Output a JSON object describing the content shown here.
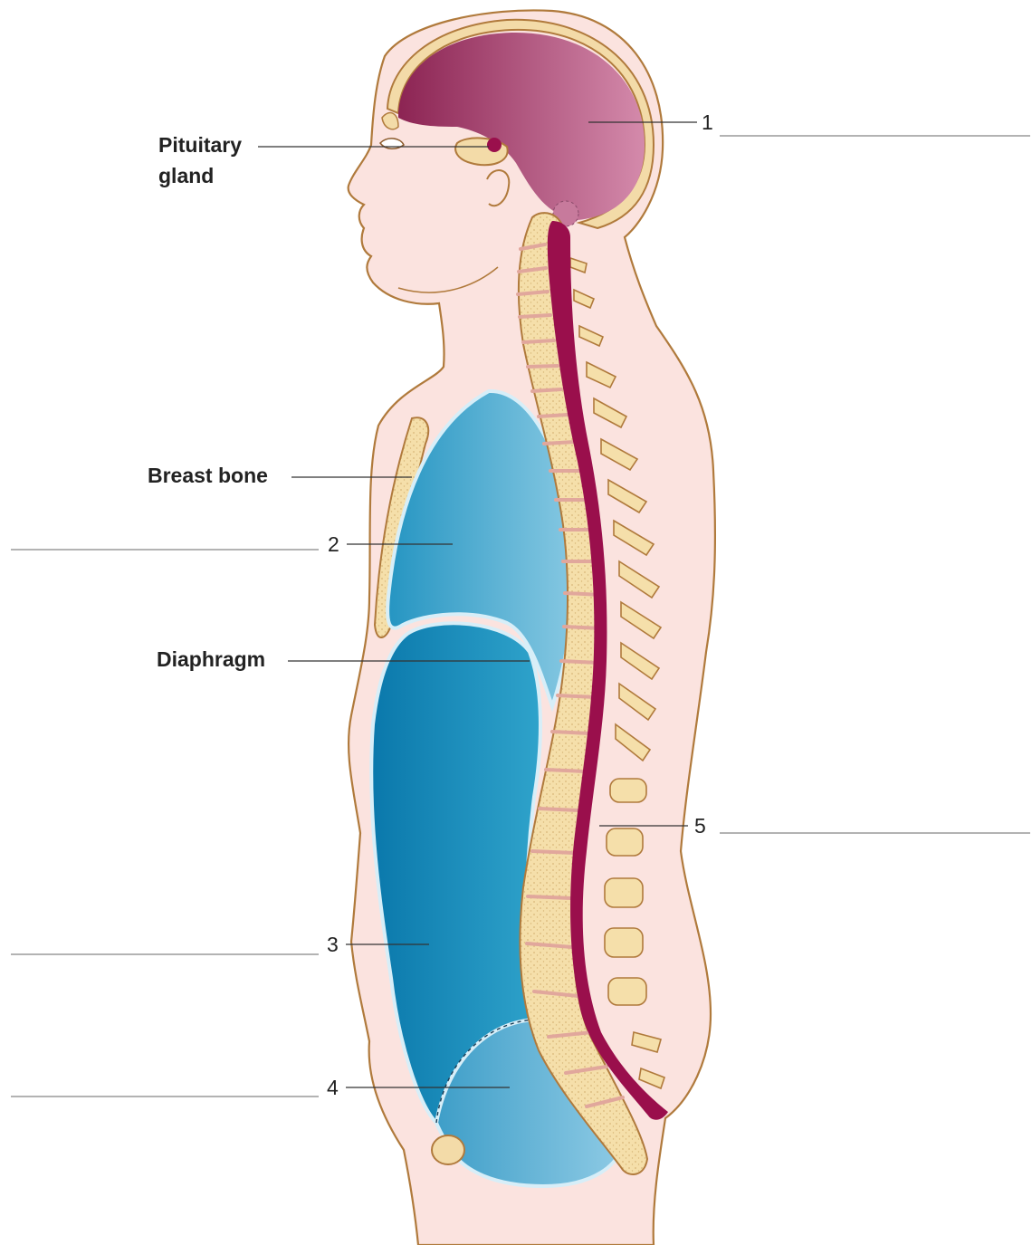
{
  "diagram": {
    "labels": {
      "pituitary_line1": "Pituitary",
      "pituitary_line2": "gland",
      "breast_bone": "Breast bone",
      "diaphragm": "Diaphragm"
    },
    "numbers": {
      "n1": "1",
      "n2": "2",
      "n3": "3",
      "n4": "4",
      "n5": "5"
    },
    "colors": {
      "skin": "#fbe3df",
      "outline": "#b07a3c",
      "brain": "#a53a6a",
      "spinal_cord": "#9a0f4c",
      "bone": "#f5dfaa",
      "disc": "#e9b0a6",
      "thoracic_cavity": "#4fa8cc",
      "abdominal_cavity": "#1e8fbd",
      "pelvic_cavity": "#7cc0de"
    }
  }
}
